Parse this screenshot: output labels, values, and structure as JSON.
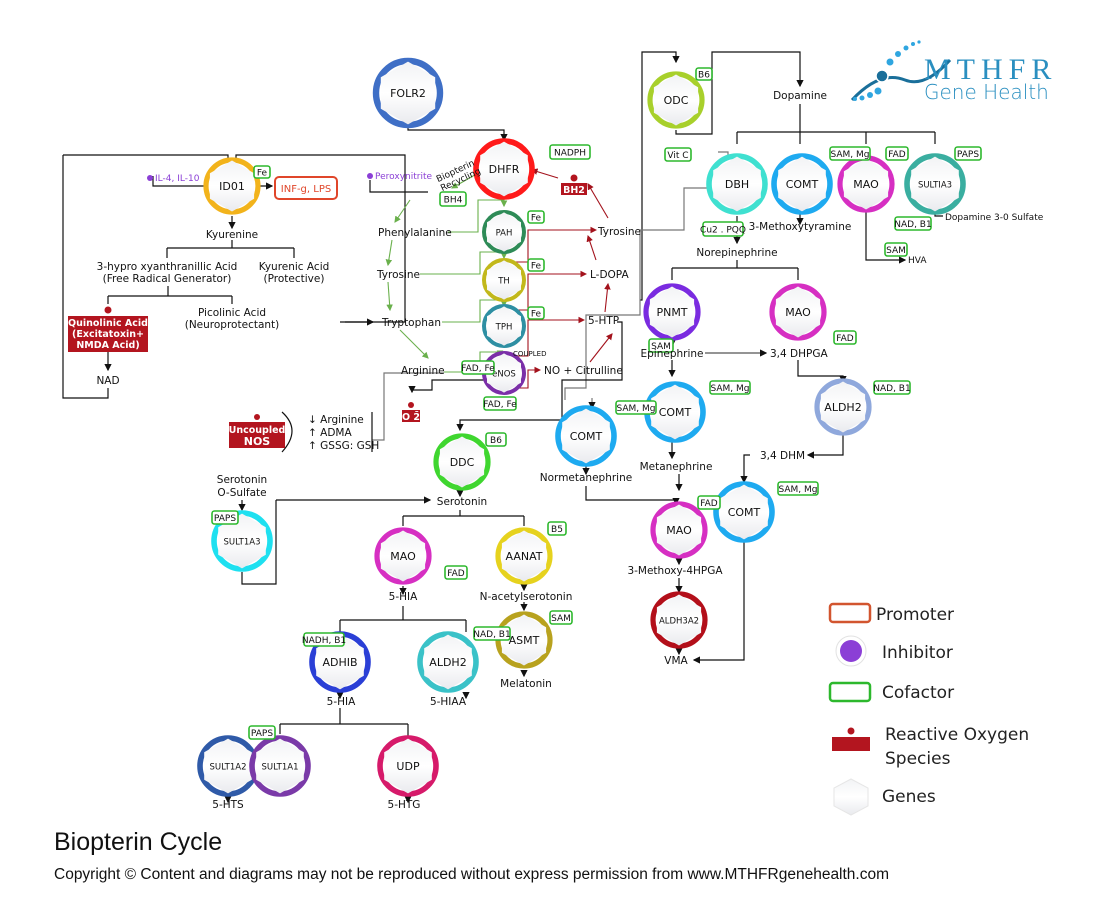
{
  "title": "Biopterin Cycle",
  "copyright": "Copyright © Content and diagrams may not be reproduced without express permission from www.MTHFRgenehealth.com",
  "logo": {
    "line1": "MTHFR",
    "line2": "Gene Health",
    "color": "#2a8fc0"
  },
  "colors": {
    "cofactor_border": "#2db82d",
    "promoter_border": "#e0462a",
    "inhibitor": "#8b3fd6",
    "ros": "#b3151f",
    "green_path": "#6ab04c",
    "red_path": "#a3121c"
  },
  "genes": [
    {
      "id": "folr2",
      "label": "FOLR2",
      "color": "#3f6fc6"
    },
    {
      "id": "dhfr",
      "label": "DHFR",
      "color": "#ff1a1a"
    },
    {
      "id": "ido1",
      "label": "ID01",
      "color": "#f2b31b"
    },
    {
      "id": "pah",
      "label": "PAH",
      "color": "#2e8b57"
    },
    {
      "id": "th",
      "label": "TH",
      "color": "#c2b81b"
    },
    {
      "id": "tph",
      "label": "TPH",
      "color": "#2e8fa3"
    },
    {
      "id": "enos",
      "label": "eNOS",
      "color": "#7b2fa8"
    },
    {
      "id": "odc",
      "label": "ODC",
      "color": "#a8d02b"
    },
    {
      "id": "dbh",
      "label": "DBH",
      "color": "#3fe0d0"
    },
    {
      "id": "comt1",
      "label": "COMT",
      "color": "#1eaaf0"
    },
    {
      "id": "mao1",
      "label": "MAO",
      "color": "#d62fc2"
    },
    {
      "id": "sultia3",
      "label": "SULTIA3",
      "color": "#3aaea0"
    },
    {
      "id": "pnmt",
      "label": "PNMT",
      "color": "#7a2be0"
    },
    {
      "id": "mao2",
      "label": "MAO",
      "color": "#d62fc2"
    },
    {
      "id": "comt2",
      "label": "COMT",
      "color": "#1eaaf0"
    },
    {
      "id": "comt3",
      "label": "COMT",
      "color": "#1eaaf0"
    },
    {
      "id": "aldh2a",
      "label": "ALDH2",
      "color": "#8fa8dc"
    },
    {
      "id": "comt4",
      "label": "COMT",
      "color": "#1eaaf0"
    },
    {
      "id": "mao3",
      "label": "MAO",
      "color": "#d62fc2"
    },
    {
      "id": "aldh3a2",
      "label": "ALDH3A2",
      "color": "#b30f1a"
    },
    {
      "id": "ddc",
      "label": "DDC",
      "color": "#3fd62f"
    },
    {
      "id": "sult1a3",
      "label": "SULT1A3",
      "color": "#1ee0f0"
    },
    {
      "id": "mao4",
      "label": "MAO",
      "color": "#d62fc2"
    },
    {
      "id": "aanat",
      "label": "AANAT",
      "color": "#e6d21e"
    },
    {
      "id": "asmt",
      "label": "ASMT",
      "color": "#b8a21e"
    },
    {
      "id": "adhib",
      "label": "ADHIB",
      "color": "#2a3fd6"
    },
    {
      "id": "aldh2b",
      "label": "ALDH2",
      "color": "#3ac2c8"
    },
    {
      "id": "sult1a2",
      "label": "SULT1A2",
      "color": "#2f5aa8"
    },
    {
      "id": "sult1a1",
      "label": "SULT1A1",
      "color": "#7a3aa8"
    },
    {
      "id": "udp",
      "label": "UDP",
      "color": "#d61a6a"
    }
  ],
  "cofactors": [
    {
      "id": "nadph",
      "label": "NADPH"
    },
    {
      "id": "bh4",
      "label": "BH4"
    },
    {
      "id": "fe_ido1",
      "label": "Fe"
    },
    {
      "id": "fe_pah",
      "label": "Fe"
    },
    {
      "id": "fe_th",
      "label": "Fe"
    },
    {
      "id": "fe_tph",
      "label": "Fe"
    },
    {
      "id": "fadfe1",
      "label": "FAD, Fe"
    },
    {
      "id": "fadfe2",
      "label": "FAD, Fe"
    },
    {
      "id": "b6_odc",
      "label": "B6"
    },
    {
      "id": "vitc",
      "label": "Vit C"
    },
    {
      "id": "cu2pqq",
      "label": "Cu2 . PQQ"
    },
    {
      "id": "sammg1",
      "label": "SAM, Mg"
    },
    {
      "id": "fad1",
      "label": "FAD"
    },
    {
      "id": "paps1",
      "label": "PAPS"
    },
    {
      "id": "nadb1a",
      "label": "NAD, B1"
    },
    {
      "id": "sam1",
      "label": "SAM"
    },
    {
      "id": "sam_pnmt",
      "label": "SAM"
    },
    {
      "id": "fad_mao2",
      "label": "FAD"
    },
    {
      "id": "sammg2",
      "label": "SAM, Mg"
    },
    {
      "id": "sammg3",
      "label": "SAM, Mg"
    },
    {
      "id": "nadb1b",
      "label": "NAD, B1"
    },
    {
      "id": "sammg4",
      "label": "SAM, Mg"
    },
    {
      "id": "fad_mao3",
      "label": "FAD"
    },
    {
      "id": "b6_ddc",
      "label": "B6"
    },
    {
      "id": "paps2",
      "label": "PAPS"
    },
    {
      "id": "fad_mao4",
      "label": "FAD"
    },
    {
      "id": "b5",
      "label": "B5"
    },
    {
      "id": "sam_asmt",
      "label": "SAM"
    },
    {
      "id": "nadhb1",
      "label": "NADH, B1"
    },
    {
      "id": "nadb1c",
      "label": "NAD, B1"
    },
    {
      "id": "paps3",
      "label": "PAPS"
    }
  ],
  "promoters": [
    {
      "id": "infg",
      "label": "INF-g, LPS"
    }
  ],
  "inhibitors": [
    {
      "id": "il4",
      "label": "IL-4, IL-10"
    },
    {
      "id": "peroxy",
      "label": "Peroxynitrite"
    }
  ],
  "ros": [
    {
      "id": "quin",
      "lines": [
        "Quinolinic Acid",
        "(Excitatoxin+",
        "NMDA Acid)"
      ]
    },
    {
      "id": "bh2",
      "lines": [
        "BH2"
      ]
    },
    {
      "id": "o2",
      "lines": [
        "O 2̄"
      ]
    },
    {
      "id": "uncoupled",
      "lines": [
        "Uncoupled",
        "NOS"
      ]
    }
  ],
  "metabolites": {
    "kyurenine": "Kyurenine",
    "hydroxy1": "3-hypro xyanthranillic Acid",
    "hydroxy2": "(Free Radical Generator)",
    "kyurenic1": "Kyurenic Acid",
    "kyurenic2": "(Protective)",
    "picolinic1": "Picolinic Acid",
    "picolinic2": "(Neuroprotectant)",
    "nad": "NAD",
    "biopterin1": "Biopterin",
    "biopterin2": "Recycling",
    "phenylalanine": "Phenylalanine",
    "tyrosine_l": "Tyrosine",
    "tryptophan": "Tryptophan",
    "arginine": "Arginine",
    "tyrosine_r": "Tyrosine",
    "ldopa": "L-DOPA",
    "htp5": "5-HTP",
    "no_citrulline": "NO + Citrulline",
    "coupled": "COUPLED",
    "arg_down": "Arginine",
    "adma_up": "ADMA",
    "gssg_up": "GSSG: GSH",
    "dopamine": "Dopamine",
    "methoxytyramine": "3-Methoxytyramine",
    "dopamine_sulfate": "Dopamine 3-0 Sulfate",
    "hva": "HVA",
    "norepinephrine": "Norepinephrine",
    "epinephrine": "Epinephrine",
    "dhpga": "3,4 DHPGA",
    "metanephrine": "Metanephrine",
    "normetanephrine": "Normetanephrine",
    "dhm": "3,4 DHM",
    "methoxy4hpga": "3-Methoxy-4HPGA",
    "vma": "VMA",
    "serotonin": "Serotonin",
    "serotonin_sulfate1": "Serotonin",
    "serotonin_sulfate2": "O-Sulfate",
    "hia5a": "5-HIA",
    "nacetyl": "N-acetylserotonin",
    "melatonin": "Melatonin",
    "hia5b": "5-HIA",
    "hiaa5": "5-HIAA",
    "hts5": "5-HTS",
    "htg5": "5-HTG"
  },
  "legend": [
    {
      "type": "promoter",
      "label": "Promoter"
    },
    {
      "type": "inhibitor",
      "label": "Inhibitor"
    },
    {
      "type": "cofactor",
      "label": "Cofactor"
    },
    {
      "type": "ros",
      "label": "Reactive Oxygen",
      "label2": "Species"
    },
    {
      "type": "gene",
      "label": "Genes"
    }
  ]
}
